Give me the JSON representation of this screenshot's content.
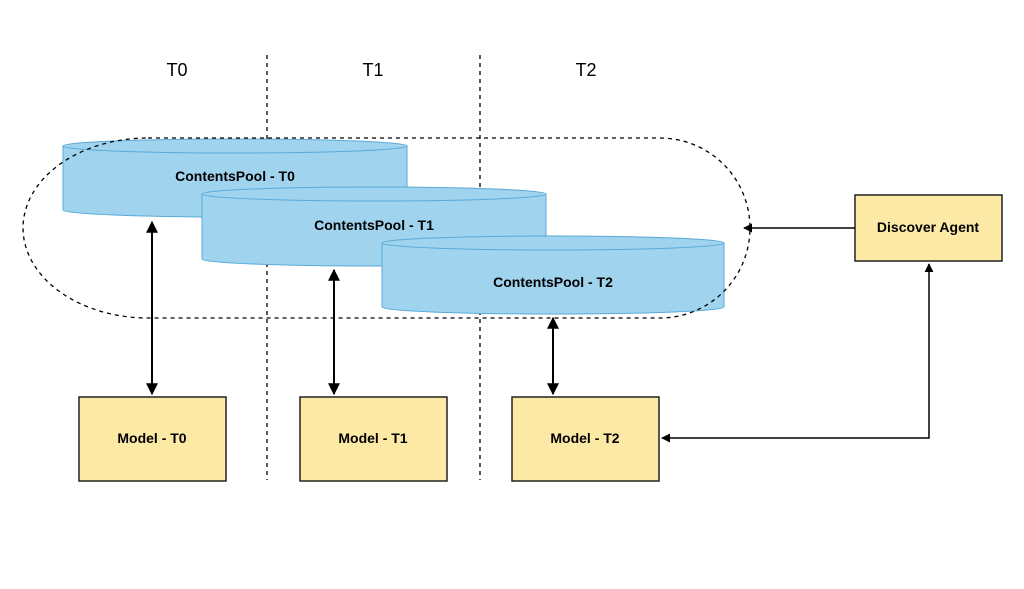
{
  "columns": [
    {
      "label": "T0"
    },
    {
      "label": "T1"
    },
    {
      "label": "T2"
    }
  ],
  "pools": [
    {
      "label": "ContentsPool - T0"
    },
    {
      "label": "ContentsPool - T1"
    },
    {
      "label": "ContentsPool - T2"
    }
  ],
  "models": [
    {
      "label": "Model - T0"
    },
    {
      "label": "Model - T1"
    },
    {
      "label": "Model - T2"
    }
  ],
  "agent": {
    "label": "Discover Agent"
  },
  "colors": {
    "pool_fill": "#9fd3ee",
    "pool_stroke": "#5aa9d6",
    "box_fill": "#fde9a6",
    "box_stroke": "#222222",
    "line": "#000000"
  }
}
